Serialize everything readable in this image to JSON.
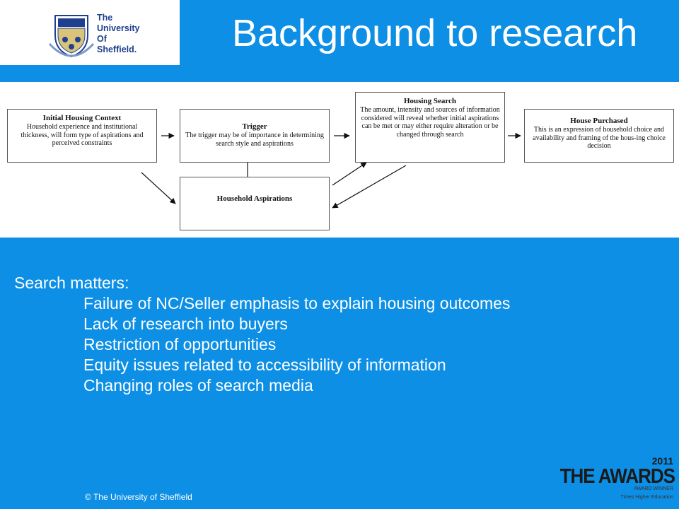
{
  "header": {
    "logo_text": [
      "The",
      "University",
      "Of",
      "Sheffield."
    ],
    "title": "Background to research"
  },
  "diagram": {
    "nodes": [
      {
        "title": "Initial Housing Context",
        "body": "Household experience and institutional thickness, will form type of aspirations and perceived constraints"
      },
      {
        "title": "Trigger",
        "body": "The trigger may be of importance in determining search style and aspirations"
      },
      {
        "title": "Housing Search",
        "body": "The amount, intensity and sources of information considered will reveal whether initial aspirations can be met or may either require alteration or be changed through search"
      },
      {
        "title": "House Purchased",
        "body": "This is an expression of household choice and availability and framing of the hous-ing choice decision"
      },
      {
        "title": "Household Aspirations",
        "body": ""
      }
    ]
  },
  "content": {
    "heading": "Search matters:",
    "bullets": [
      "Failure of NC/Seller emphasis to explain housing outcomes",
      "Lack of research into buyers",
      "Restriction of opportunities",
      "Equity issues related to accessibility of information",
      "Changing roles of search media"
    ]
  },
  "footer": {
    "copyright": "© The University of Sheffield"
  },
  "awards": {
    "year": "2011",
    "name": "THE AWARDS",
    "sub1": "AWARD WINNER",
    "sub2": "Times Higher Education"
  },
  "colors": {
    "background": "#0d8fe6",
    "panel": "#ffffff",
    "text": "#ffffff"
  }
}
